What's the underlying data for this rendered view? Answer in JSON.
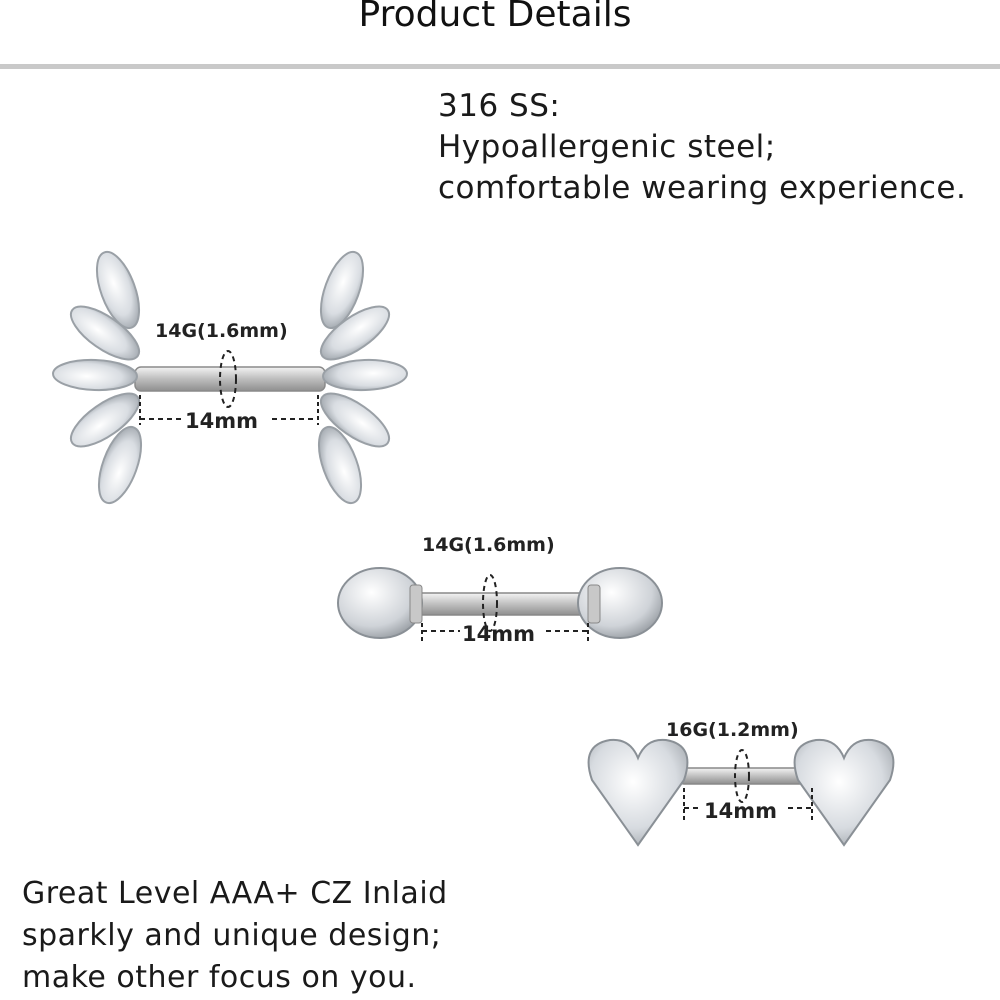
{
  "header": {
    "title": "Product Details"
  },
  "material": {
    "line1": "316 SS:",
    "line2": "Hypoallergenic steel;",
    "line3": "comfortable wearing experience."
  },
  "products": [
    {
      "gauge": "14G(1.6mm)",
      "length": "14mm"
    },
    {
      "gauge": "14G(1.6mm)",
      "length": "14mm"
    },
    {
      "gauge": "16G(1.2mm)",
      "length": "14mm"
    }
  ],
  "cz": {
    "line1": "Great Level AAA+ CZ Inlaid",
    "line2": "sparkly and unique design;",
    "line3": "make other focus on you."
  }
}
